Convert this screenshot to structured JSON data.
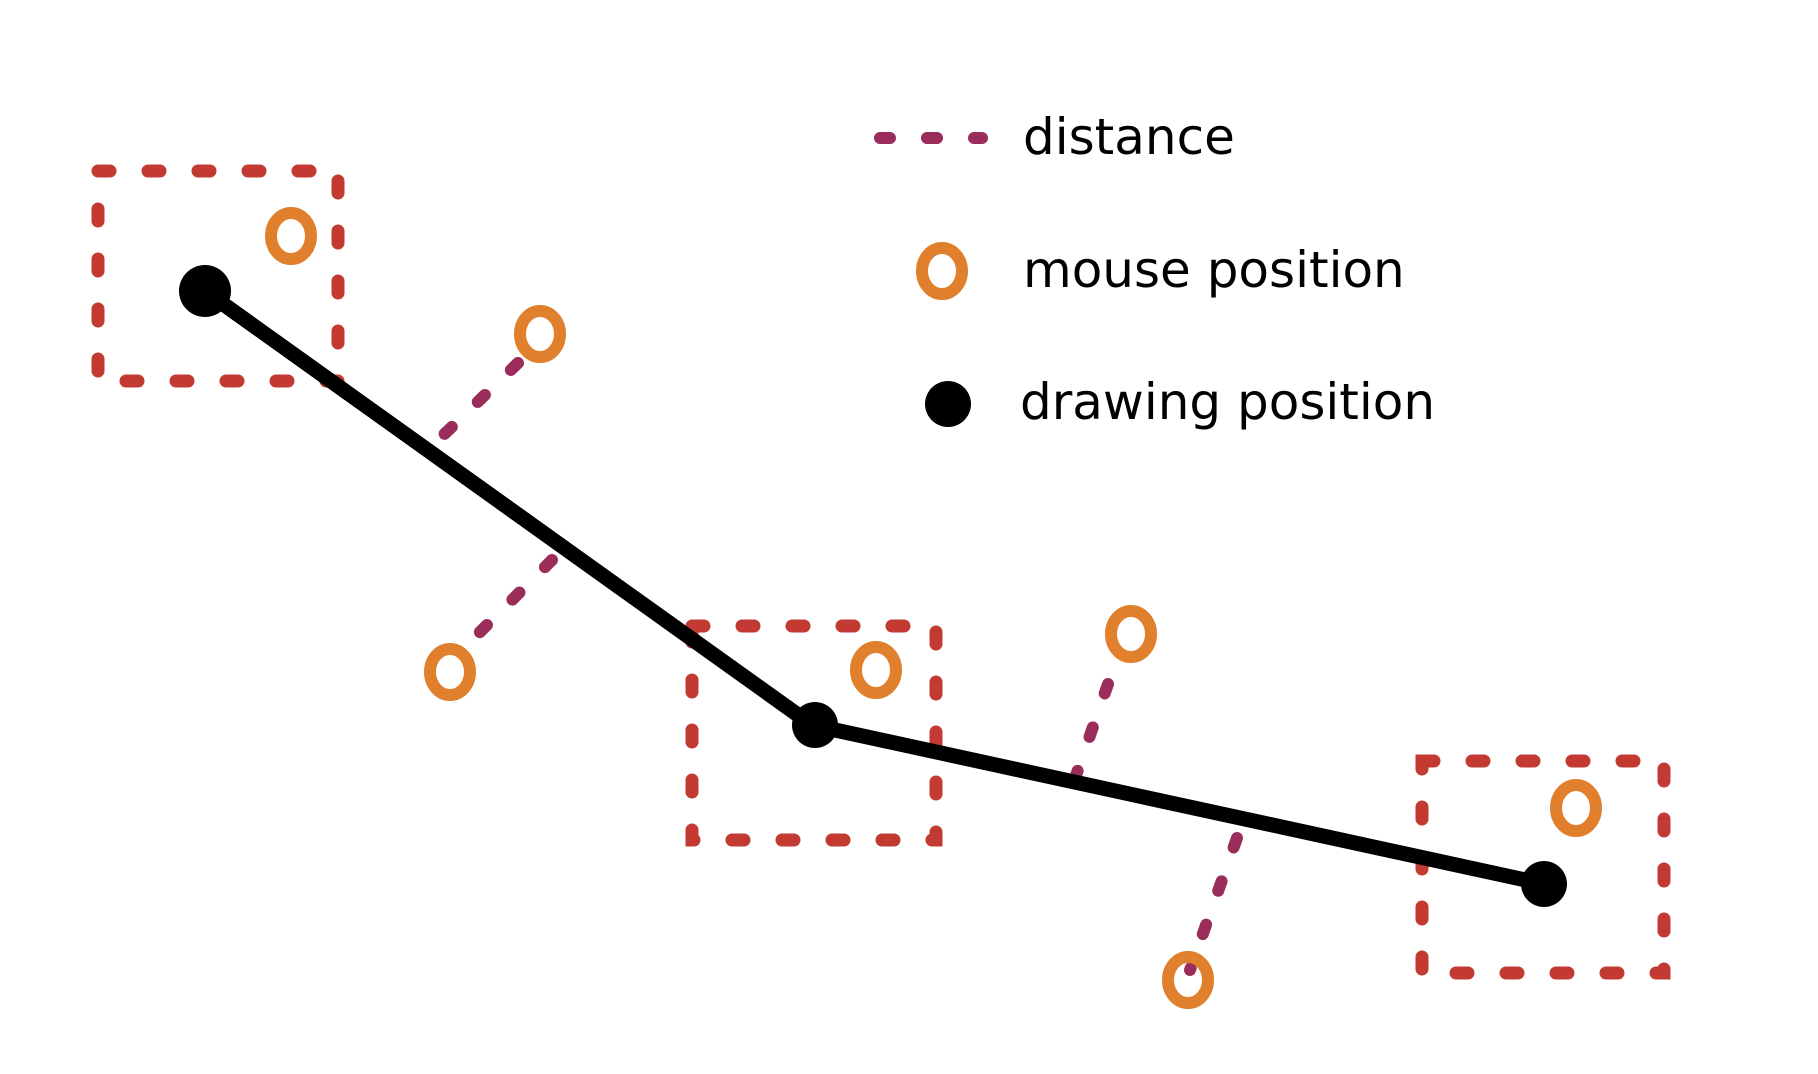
{
  "colors": {
    "distance": "#9b2d5a",
    "box": "#c23a32",
    "mouse": "#e07f2c",
    "drawing": "#000000",
    "background": "#ffffff"
  },
  "legend": {
    "distance": {
      "label": "distance",
      "icon": "dashed-line-icon"
    },
    "mouse": {
      "label": "mouse position",
      "icon": "ring-icon"
    },
    "drawing": {
      "label": "drawing position",
      "icon": "filled-dot-icon"
    }
  }
}
